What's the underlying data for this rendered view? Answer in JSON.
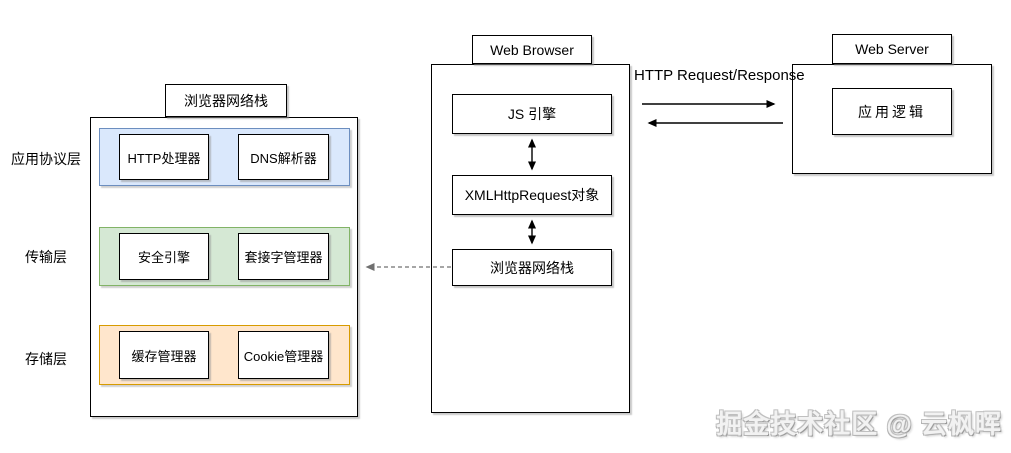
{
  "left_panel": {
    "title": "浏览器网络栈",
    "layers": [
      {
        "label": "应用协议层",
        "fill": "#dae8fc",
        "border": "#6c8ebf",
        "items": [
          "HTTP处理器",
          "DNS解析器"
        ]
      },
      {
        "label": "传输层",
        "fill": "#d5e8d4",
        "border": "#82b366",
        "items": [
          "安全引擎",
          "套接字管理器"
        ]
      },
      {
        "label": "存储层",
        "fill": "#ffe6cc",
        "border": "#d79b00",
        "items": [
          "缓存管理器",
          "Cookie管理器"
        ]
      }
    ]
  },
  "browser": {
    "title": "Web Browser",
    "boxes": [
      "JS 引擎",
      "XMLHttpRequest对象",
      "浏览器网络栈"
    ]
  },
  "server": {
    "title": "Web Server",
    "box": "应用逻辑"
  },
  "connection": {
    "label": "HTTP Request/Response"
  },
  "watermark": "掘金技术社区 @ 云枫晖",
  "colors": {
    "box_border": "#000000",
    "dashed_arrow": "#707070",
    "arrow": "#000000"
  }
}
